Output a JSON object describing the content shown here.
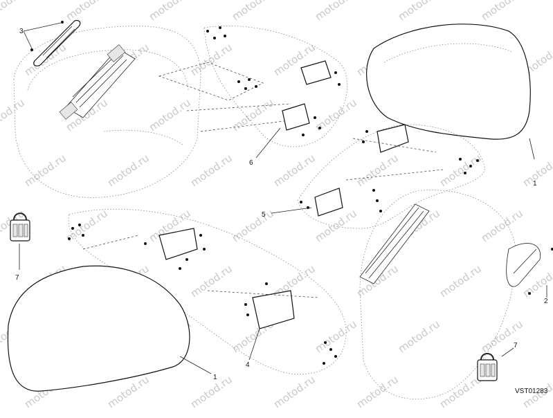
{
  "watermark": "motod.ru",
  "drawing_code": "VST01283",
  "callouts": [
    {
      "id": "c3",
      "text": "3"
    },
    {
      "id": "c1a",
      "text": "1"
    },
    {
      "id": "c6",
      "text": "6"
    },
    {
      "id": "c5",
      "text": "5"
    },
    {
      "id": "c7a",
      "text": "7"
    },
    {
      "id": "c2",
      "text": "2"
    },
    {
      "id": "c4",
      "text": "4"
    },
    {
      "id": "c1b",
      "text": "1"
    },
    {
      "id": "c7b",
      "text": "7"
    }
  ]
}
